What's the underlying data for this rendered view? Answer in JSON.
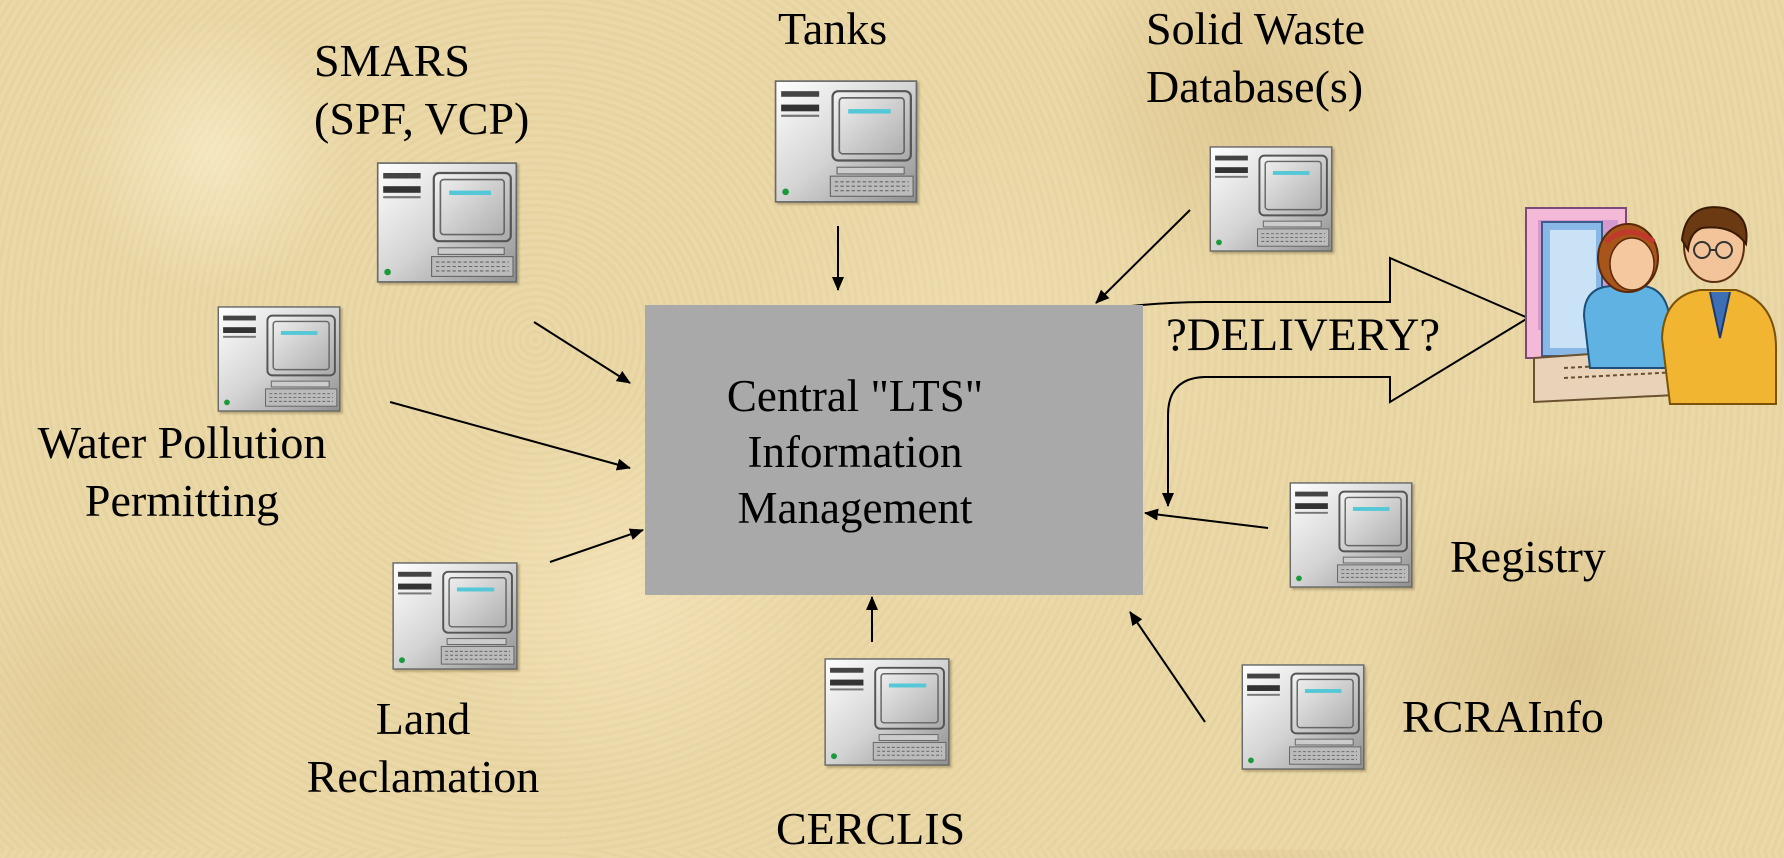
{
  "center": {
    "line1": "Central \"LTS\"",
    "line2": "Information",
    "line3": "Management"
  },
  "delivery": {
    "label": "?DELIVERY?"
  },
  "systems": {
    "smars": {
      "line1": "SMARS",
      "line2": "(SPF, VCP)"
    },
    "tanks": {
      "line1": "Tanks"
    },
    "solid_waste": {
      "line1": "Solid Waste",
      "line2": "Database(s)"
    },
    "water_pollution": {
      "line1": "Water Pollution",
      "line2": "Permitting"
    },
    "land_reclamation": {
      "line1": "Land",
      "line2": "Reclamation"
    },
    "cerclis": {
      "line1": "CERCLIS"
    },
    "registry": {
      "line1": "Registry"
    },
    "rcrainfo": {
      "line1": "RCRAInfo"
    }
  }
}
